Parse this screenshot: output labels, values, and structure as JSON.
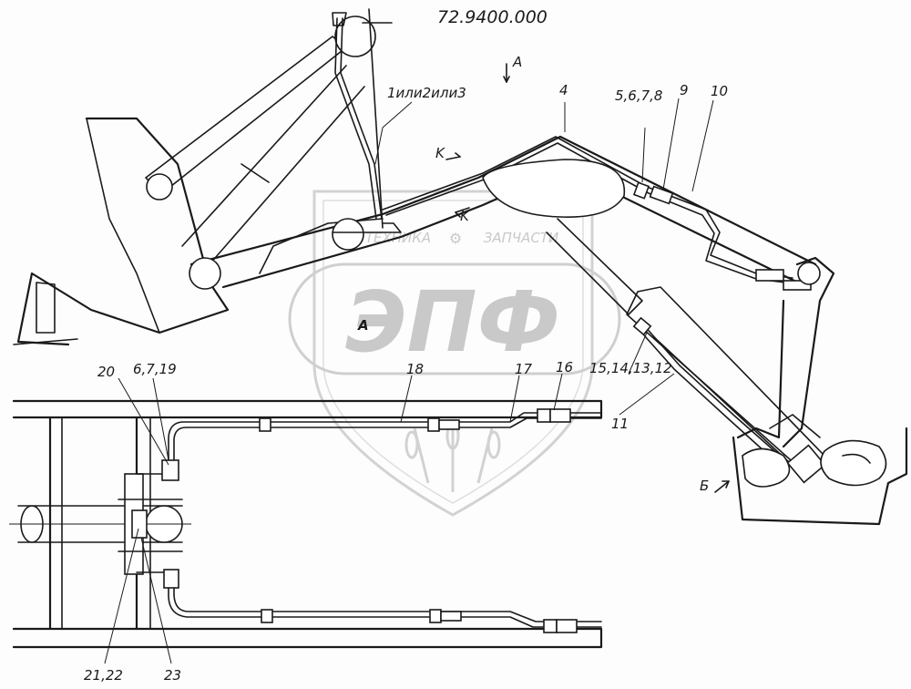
{
  "drawing": {
    "number": "72.9400.000",
    "view_a_arrow": "A",
    "view_a_label": "A",
    "view_b_arrow": "Б",
    "section_k_upper": "K",
    "section_k_lower": "K"
  },
  "callouts": {
    "c_1_2_3": "1или2или3",
    "c_4": "4",
    "c_5_8": "5,6,7,8",
    "c_9": "9",
    "c_10": "10",
    "c_11": "11",
    "c_15_12": "15,14,13,12",
    "c_16": "16",
    "c_17": "17",
    "c_18": "18",
    "c_20": "20",
    "c_6_7_19": "6,7,19",
    "c_21_22": "21,22",
    "c_23": "23"
  },
  "watermark": {
    "brand_left": "ТЕХНИКА",
    "brand_right": "ЗАПЧАСТИ",
    "logo": "ЭПФ",
    "color": "#c9c9c9"
  }
}
